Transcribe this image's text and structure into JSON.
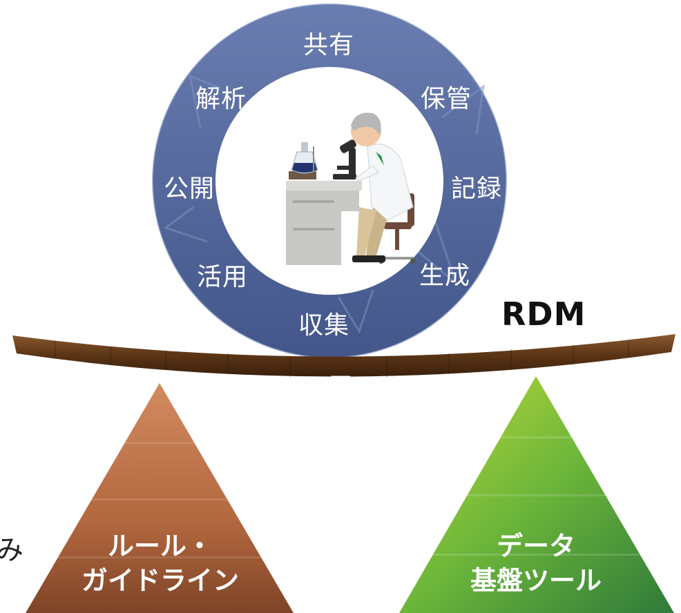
{
  "cycle": {
    "labels": {
      "share": "共有",
      "store": "保管",
      "record": "記録",
      "generate": "生成",
      "collect": "収集",
      "utilize": "活用",
      "publish": "公開",
      "analyze": "解析"
    }
  },
  "rdm_label": "RDM",
  "beam_center_mark": "ー",
  "left_fragment": "み",
  "pyramids": {
    "left": {
      "line1": "ルール・",
      "line2": "ガイドライン"
    },
    "right": {
      "line1": "データ",
      "line2": "基盤ツール"
    }
  },
  "colors": {
    "ring": "#55699f",
    "beam": "#6a3f1c",
    "pyramid_left": "#b8714a",
    "pyramid_right": "#6cb63a"
  },
  "icons": [
    "scientist-microscope-illustration",
    "flask-icon"
  ]
}
